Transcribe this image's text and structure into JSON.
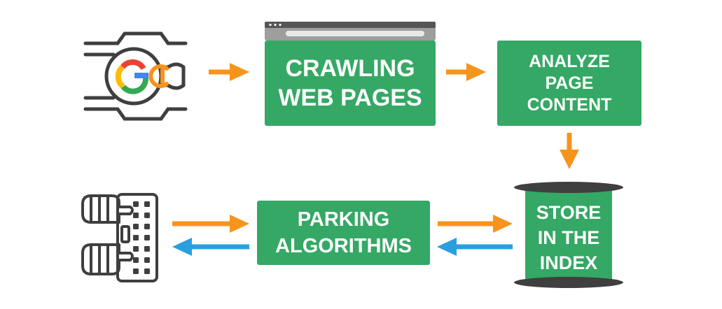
{
  "colors": {
    "green": "#34a864",
    "orange": "#f7941d",
    "blue": "#2a9fe0",
    "dark": "#3f3f3f",
    "browser_gray": "#9e9e9e"
  },
  "icons": {
    "crawler": "google-spider-icon",
    "user": "hands-keyboard-icon"
  },
  "nodes": {
    "crawling": "CRAWLING\nWEB PAGES",
    "analyze": "ANALYZE\nPAGE\nCONTENT",
    "store": "STORE\nIN THE\nINDEX",
    "parking": "PARKING\nALGORITHMS"
  }
}
